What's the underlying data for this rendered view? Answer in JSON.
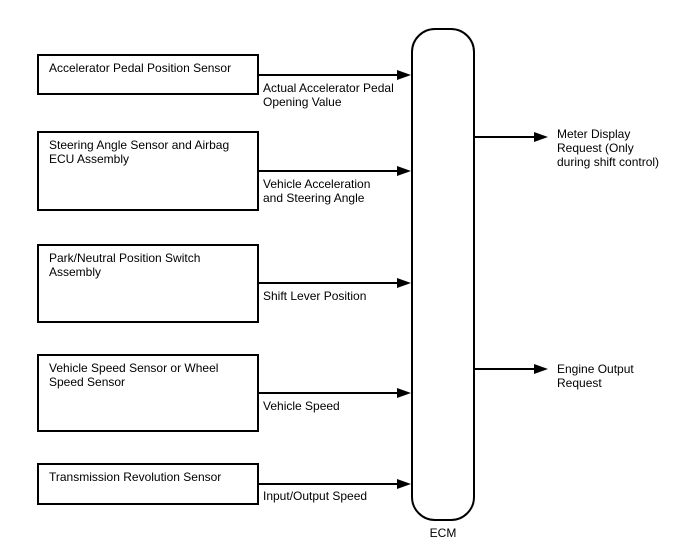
{
  "diagram": {
    "title_hint": "ECM input/output signal block diagram",
    "colors": {
      "line": "#000000",
      "background": "#ffffff",
      "text": "#000000"
    },
    "ecm": {
      "label": "ECM"
    },
    "inputs": [
      {
        "source": "Accelerator Pedal Position Sensor",
        "signal": "Actual Accelerator Pedal\nOpening Value"
      },
      {
        "source": "Steering Angle Sensor and Airbag\nECU Assembly",
        "signal": "Vehicle Acceleration\nand Steering Angle"
      },
      {
        "source": "Park/Neutral Position Switch\nAssembly",
        "signal": "Shift Lever Position"
      },
      {
        "source": "Vehicle Speed Sensor or Wheel\nSpeed Sensor",
        "signal": "Vehicle Speed"
      },
      {
        "source": "Transmission Revolution Sensor",
        "signal": "Input/Output Speed"
      }
    ],
    "outputs": [
      {
        "signal": "Meter Display\nRequest (Only\nduring shift control)"
      },
      {
        "signal": "Engine Output\nRequest"
      }
    ]
  }
}
